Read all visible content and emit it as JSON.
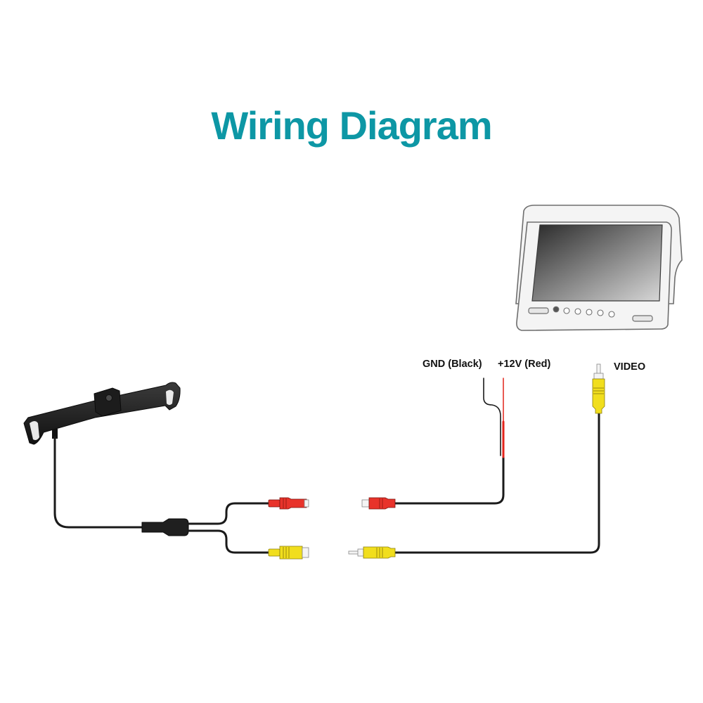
{
  "title": "Wiring Diagram",
  "labels": {
    "gnd": "GND (Black)",
    "power": "+12V (Red)",
    "video": "VIDEO"
  },
  "colors": {
    "title": "#0d97a5",
    "cable": "#1a1a1a",
    "power_plug": "#e8332b",
    "video_plug": "#f1de1d",
    "red_wire": "#e2231a",
    "monitor_frame": "#f4f4f4",
    "monitor_outline": "#6e6e6e"
  }
}
